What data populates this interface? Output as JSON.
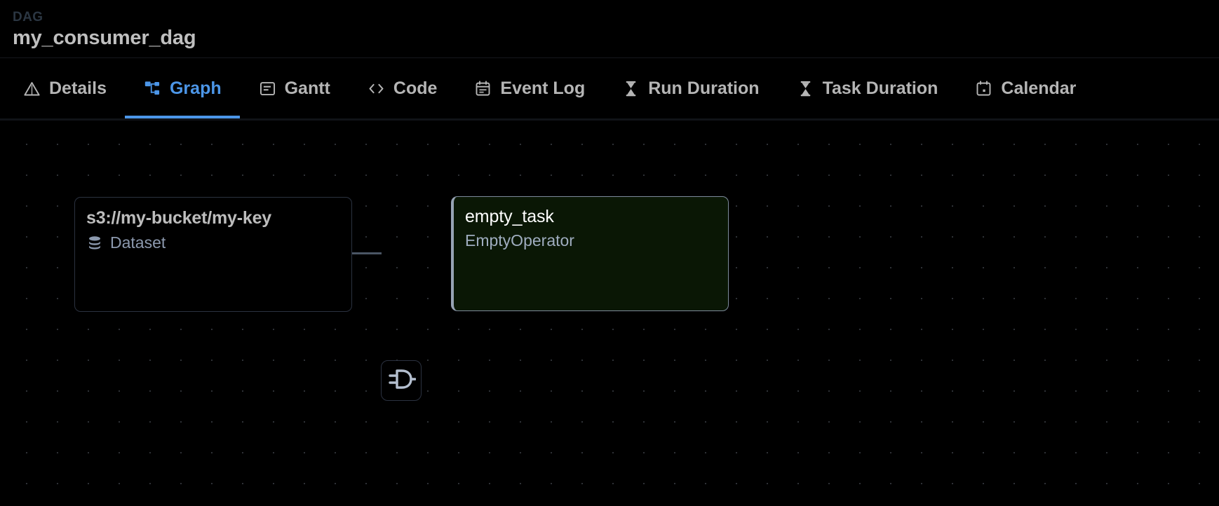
{
  "header": {
    "kicker": "DAG",
    "title": "my_consumer_dag"
  },
  "tabs": [
    {
      "label": "Details",
      "icon": "warning-triangle-icon",
      "active": false
    },
    {
      "label": "Graph",
      "icon": "hierarchy-icon",
      "active": true
    },
    {
      "label": "Gantt",
      "icon": "gantt-chart-icon",
      "active": false
    },
    {
      "label": "Code",
      "icon": "code-brackets-icon",
      "active": false
    },
    {
      "label": "Event Log",
      "icon": "calendar-list-icon",
      "active": false
    },
    {
      "label": "Run Duration",
      "icon": "hourglass-icon",
      "active": false
    },
    {
      "label": "Task Duration",
      "icon": "hourglass-icon",
      "active": false
    },
    {
      "label": "Calendar",
      "icon": "calendar-icon",
      "active": false
    }
  ],
  "graph": {
    "dataset_node": {
      "title": "s3://my-bucket/my-key",
      "subtitle": "Dataset",
      "icon": "database-icon"
    },
    "connector": {
      "icon": "logic-gate-icon"
    },
    "task_node": {
      "title": "empty_task",
      "subtitle": "EmptyOperator"
    }
  },
  "colors": {
    "accent_blue": "#4c96e8",
    "background": "#000000",
    "task_node_fill": "#0a1705",
    "task_node_border": "#97a3b4",
    "dataset_node_border": "#2b3240",
    "muted_text": "#8c99ae",
    "grid_dot": "#2e3136"
  }
}
